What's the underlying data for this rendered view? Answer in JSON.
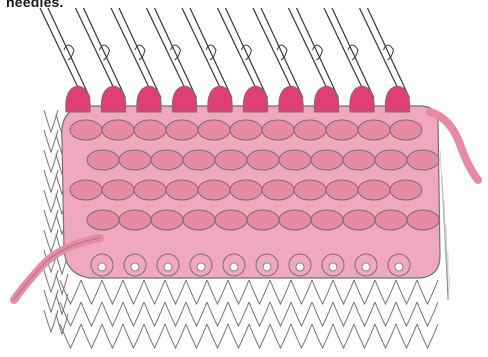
{
  "caption": {
    "text": "needles."
  },
  "illustration": {
    "subject": "knitting-diagram",
    "counts": {
      "needles": 10,
      "loop_columns": 10,
      "rows": 4
    },
    "colors": {
      "background": "#ffffff",
      "outline": "#7a6f73",
      "ink": "#3a3436",
      "yarn_light": "#efa8bd",
      "yarn_mid": "#e78aa5",
      "yarn_dark": "#df3f72",
      "needle": "#ffffff",
      "background_knit": "#ffffff"
    }
  }
}
